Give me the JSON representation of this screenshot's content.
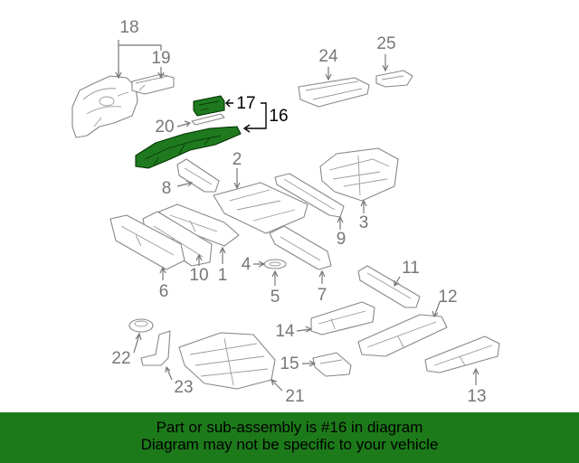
{
  "diagram": {
    "highlight_color": "#1d7a1a",
    "highlighted_part": "16",
    "callouts": {
      "c1": "1",
      "c2": "2",
      "c3": "3",
      "c4": "4",
      "c5": "5",
      "c6": "6",
      "c7": "7",
      "c8": "8",
      "c9": "9",
      "c10": "10",
      "c11": "11",
      "c12": "12",
      "c13": "13",
      "c14": "14",
      "c15": "15",
      "c16": "16",
      "c17": "17",
      "c18": "18",
      "c19": "19",
      "c20": "20",
      "c21": "21",
      "c22": "22",
      "c23": "23",
      "c24": "24",
      "c25": "25"
    }
  },
  "footer": {
    "line1": "Part or sub-assembly is #16 in diagram",
    "line2": "Diagram may not be specific to your vehicle"
  }
}
